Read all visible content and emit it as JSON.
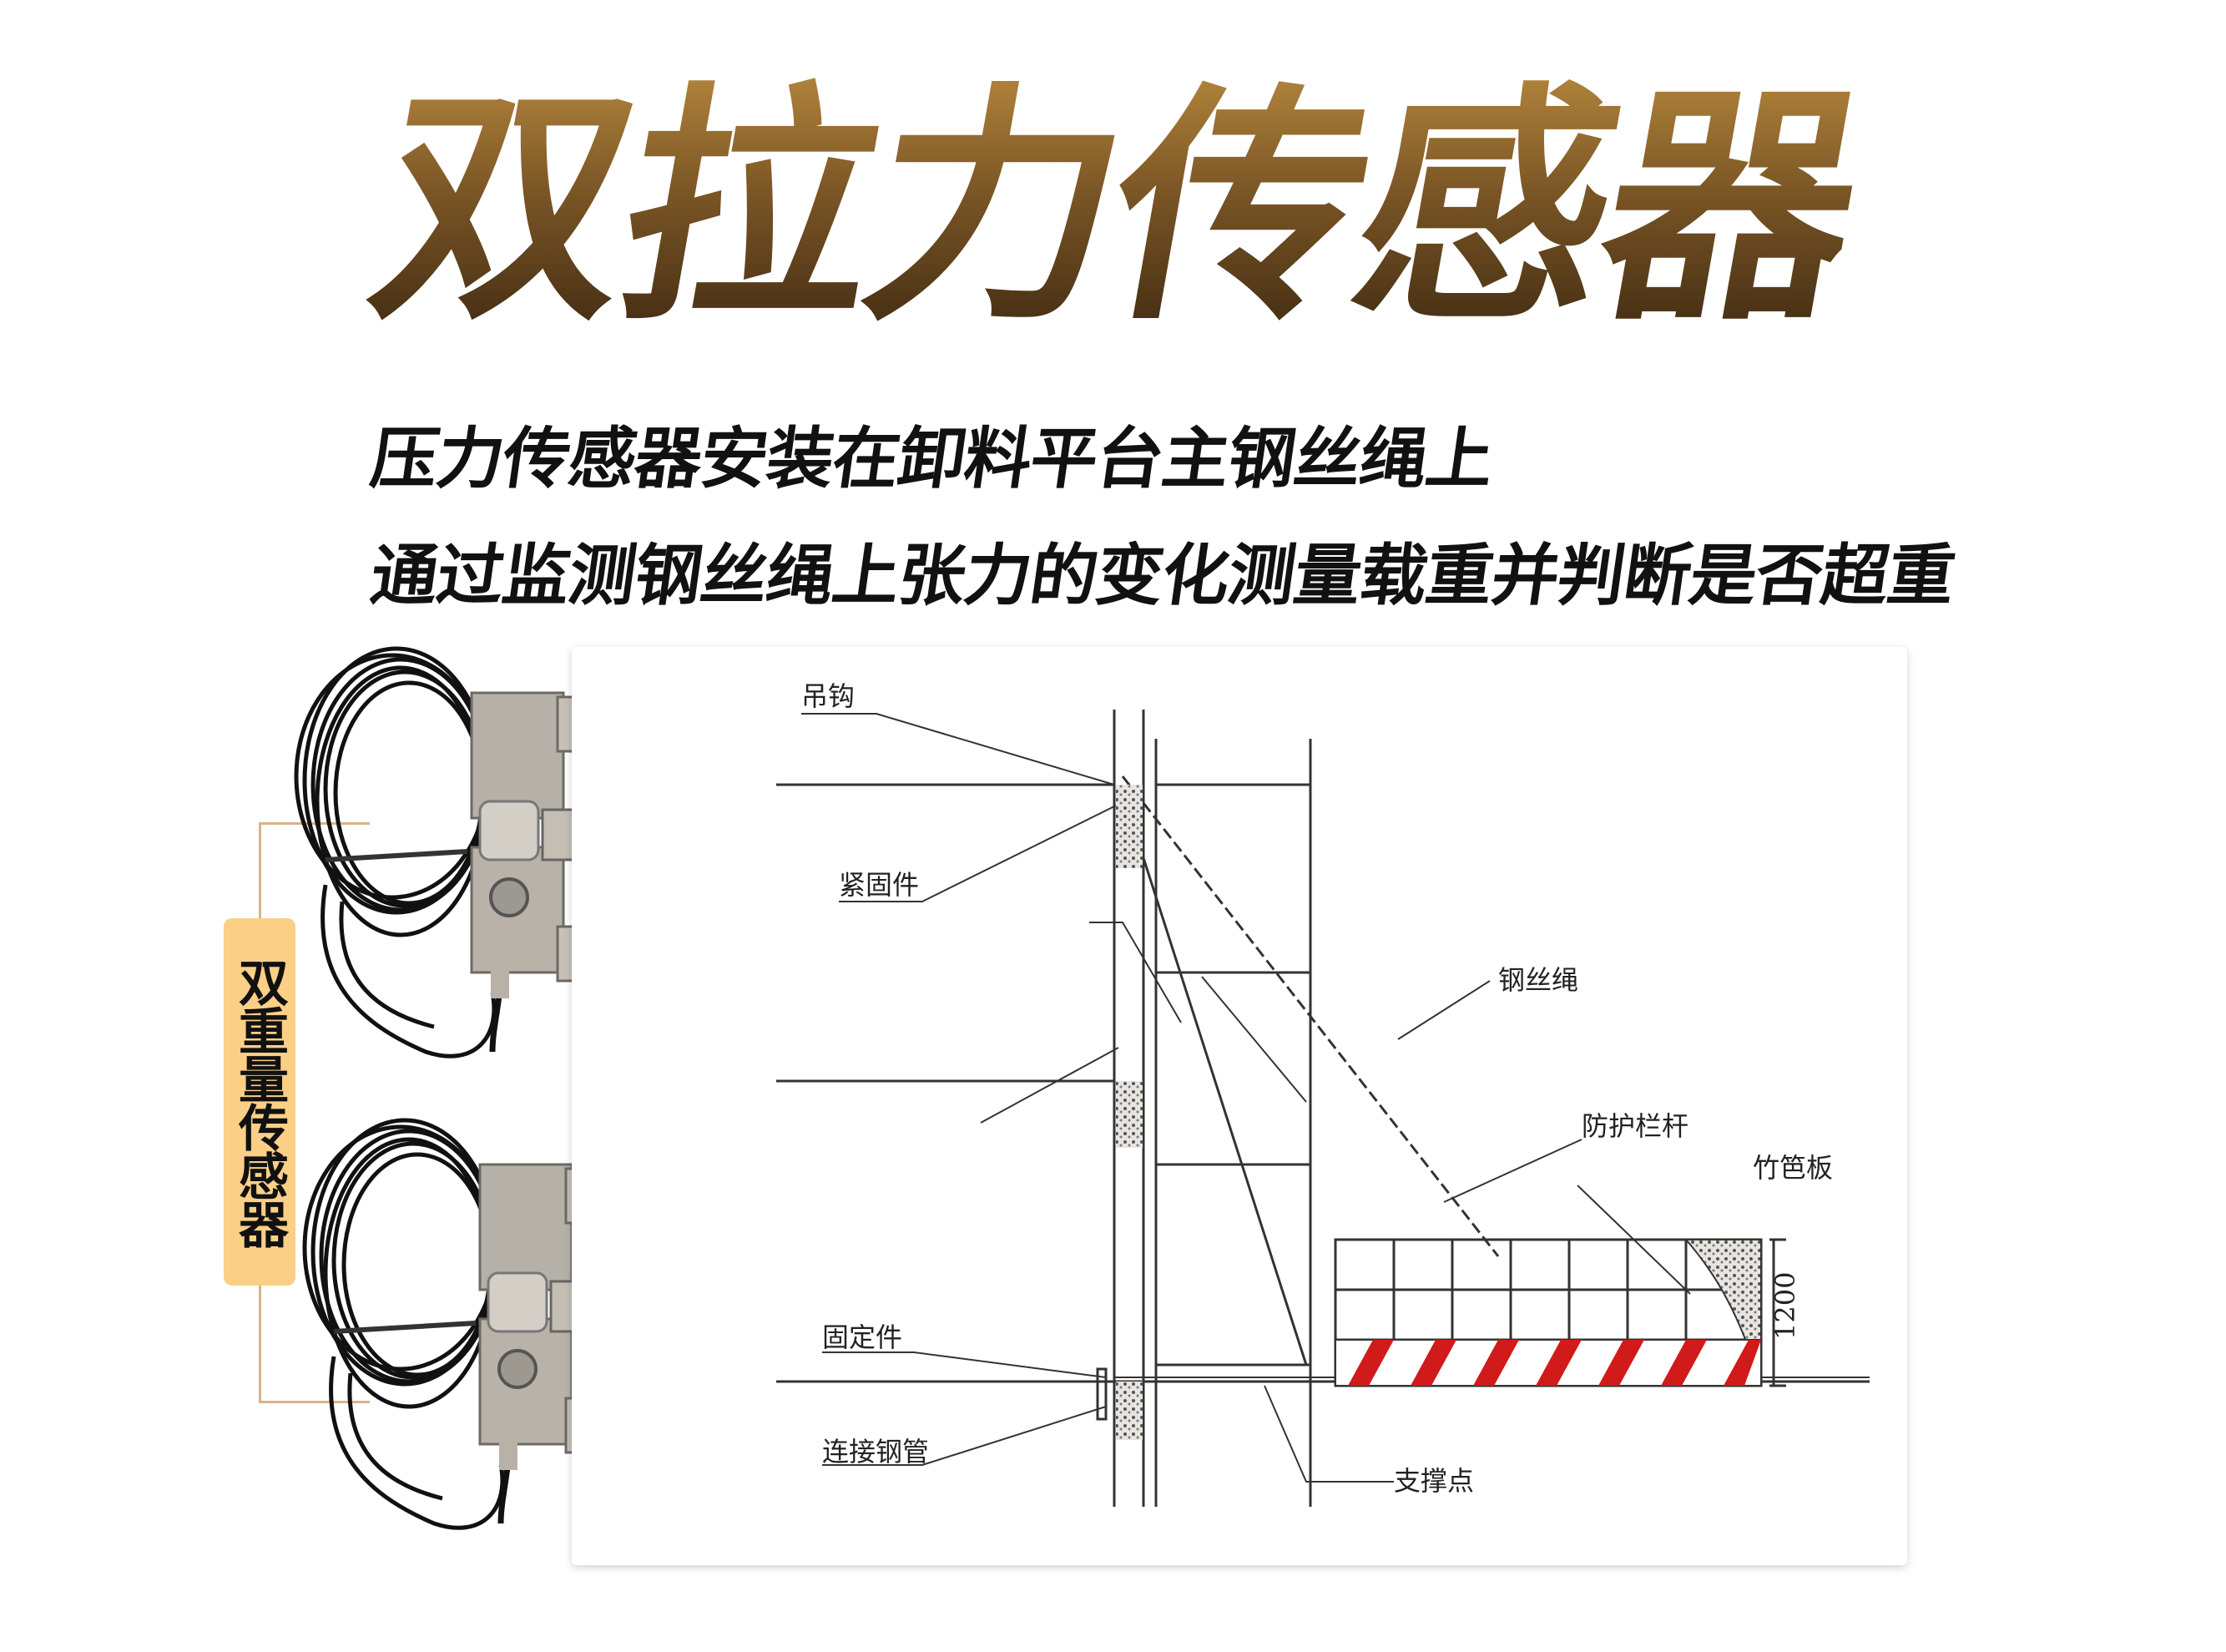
{
  "title": "双拉力传感器",
  "subtitle_lines": [
    "压力传感器安装在卸料平台主钢丝绳上",
    "通过监测钢丝绳上张力的变化测量载重并判断是否超重"
  ],
  "side_label": "双重量传感器",
  "diagram": {
    "labels": {
      "hook": "吊钩",
      "fastener": "紧固件",
      "wire_rope": "钢丝绳",
      "guardrail": "防护栏杆",
      "bamboo_board": "竹笆板",
      "fixing": "固定件",
      "connecting_pipe": "连接钢管",
      "support_point": "支撑点",
      "height": "1200"
    }
  },
  "colors": {
    "title_gradient_top": "#b88a3e",
    "title_gradient_bottom": "#3a2610",
    "side_label_bg": "#fbcf86",
    "bracket": "#d9b38a",
    "hazard_red": "#d11a1a"
  }
}
